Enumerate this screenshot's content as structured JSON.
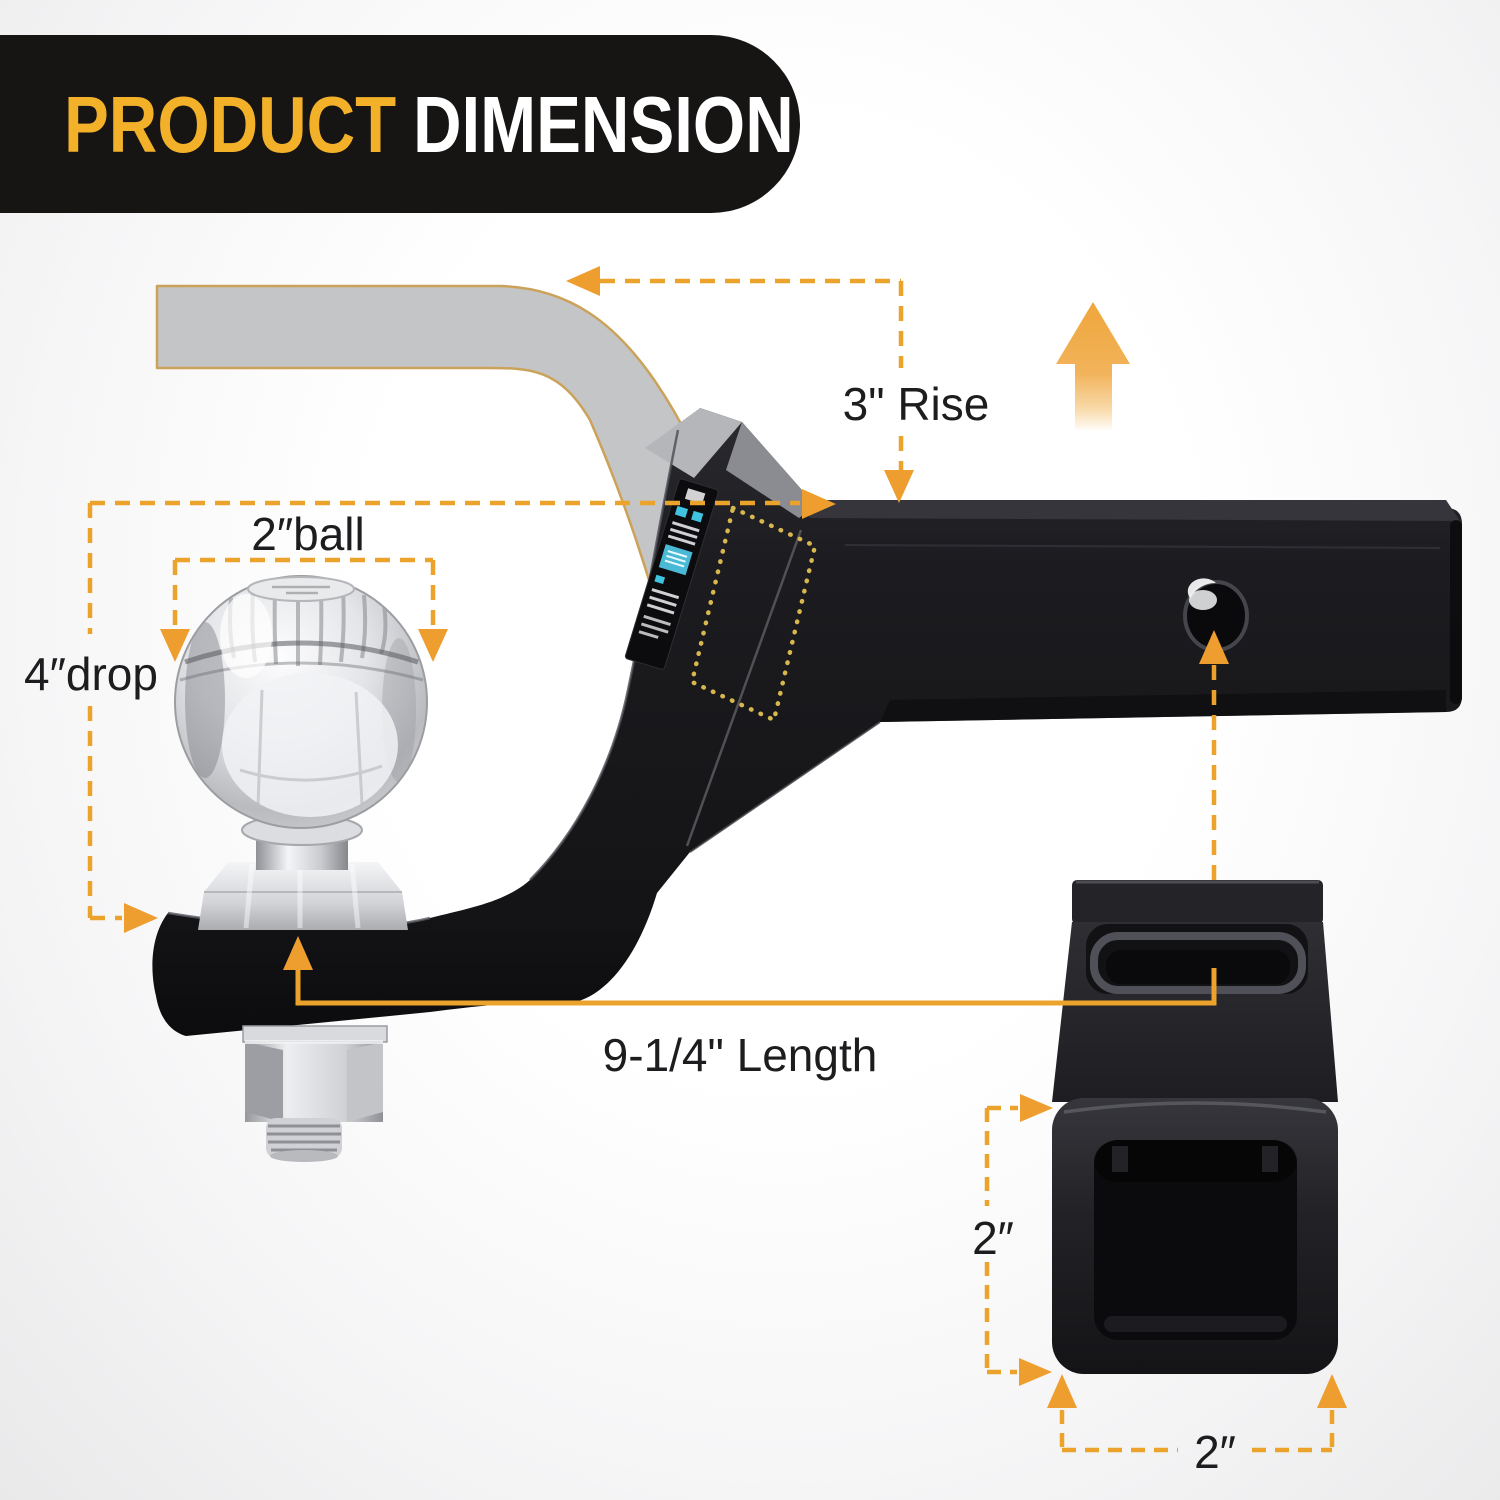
{
  "title": {
    "part1": "PRODUCT",
    "part2": "DIMENSION"
  },
  "annotations": {
    "rise": "3\" Rise",
    "ball": "2″ball",
    "drop": "4″drop",
    "length": "9-1/4\" Length",
    "receiver_height": "2″",
    "receiver_width": "2″"
  },
  "colors": {
    "accent_orange": "#ECA32B",
    "arrow_orange": "#EE9D2F",
    "banner_yellow": "#F2B129",
    "banner_background": "#171414",
    "label_text": "#1D1D1F",
    "dotted_gold": "#D8B84E"
  }
}
